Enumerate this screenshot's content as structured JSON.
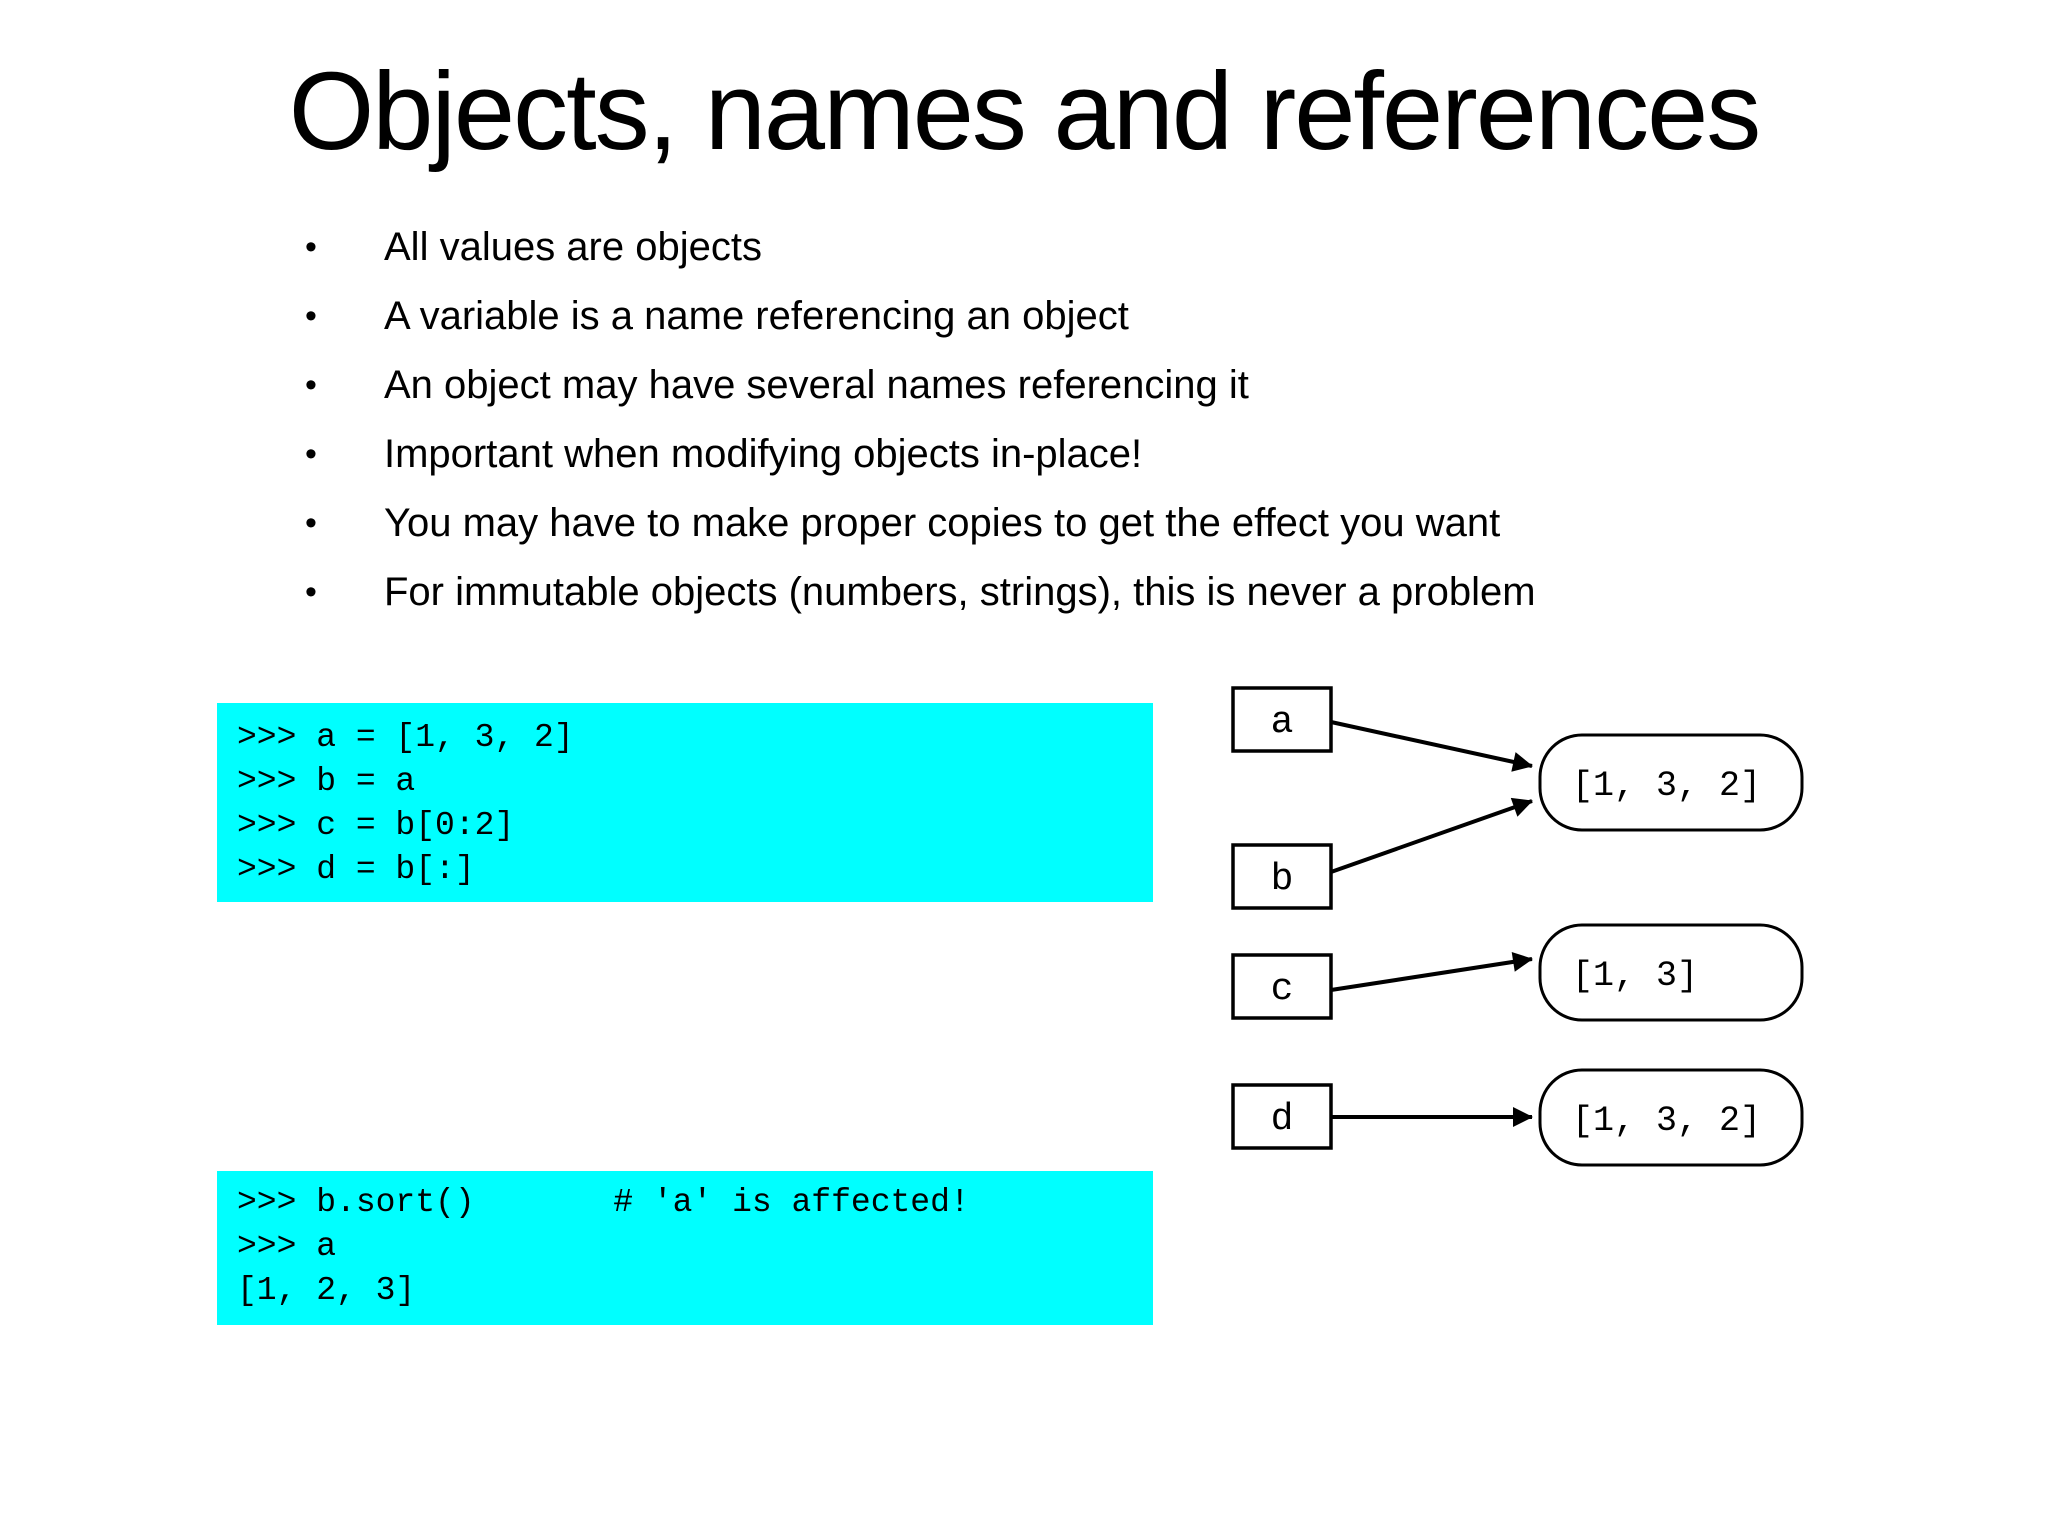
{
  "slide": {
    "title": "Objects, names and references",
    "bullets": [
      "All values are objects",
      "A variable is a name referencing an object",
      "An object may have several names referencing it",
      "Important when modifying objects in-place!",
      "You may have to make proper copies to get the effect you want",
      "For immutable objects (numbers, strings), this is never a problem"
    ],
    "background_color": "#FFFFFF",
    "text_color": "#000000"
  },
  "code_block_1": {
    "background_color": "#00FFFF",
    "lines": [
      ">>> a = [1, 3, 2]",
      ">>> b = a",
      ">>> c = b[0:2]",
      ">>> d = b[:]"
    ]
  },
  "code_block_2": {
    "background_color": "#00FFFF",
    "lines": [
      ">>> b.sort()       # 'a' is affected!",
      ">>> a",
      "[1, 2, 3]"
    ]
  },
  "diagram": {
    "name_boxes": [
      "a",
      "b",
      "c",
      "d"
    ],
    "object_nodes": [
      "[1, 3, 2]",
      "[1, 3]",
      "[1, 3, 2]"
    ],
    "references": [
      {
        "from": "a",
        "to_object": 0
      },
      {
        "from": "b",
        "to_object": 0
      },
      {
        "from": "c",
        "to_object": 1
      },
      {
        "from": "d",
        "to_object": 2
      }
    ],
    "line_color": "#000000",
    "node_fill": "#FFFFFF"
  }
}
